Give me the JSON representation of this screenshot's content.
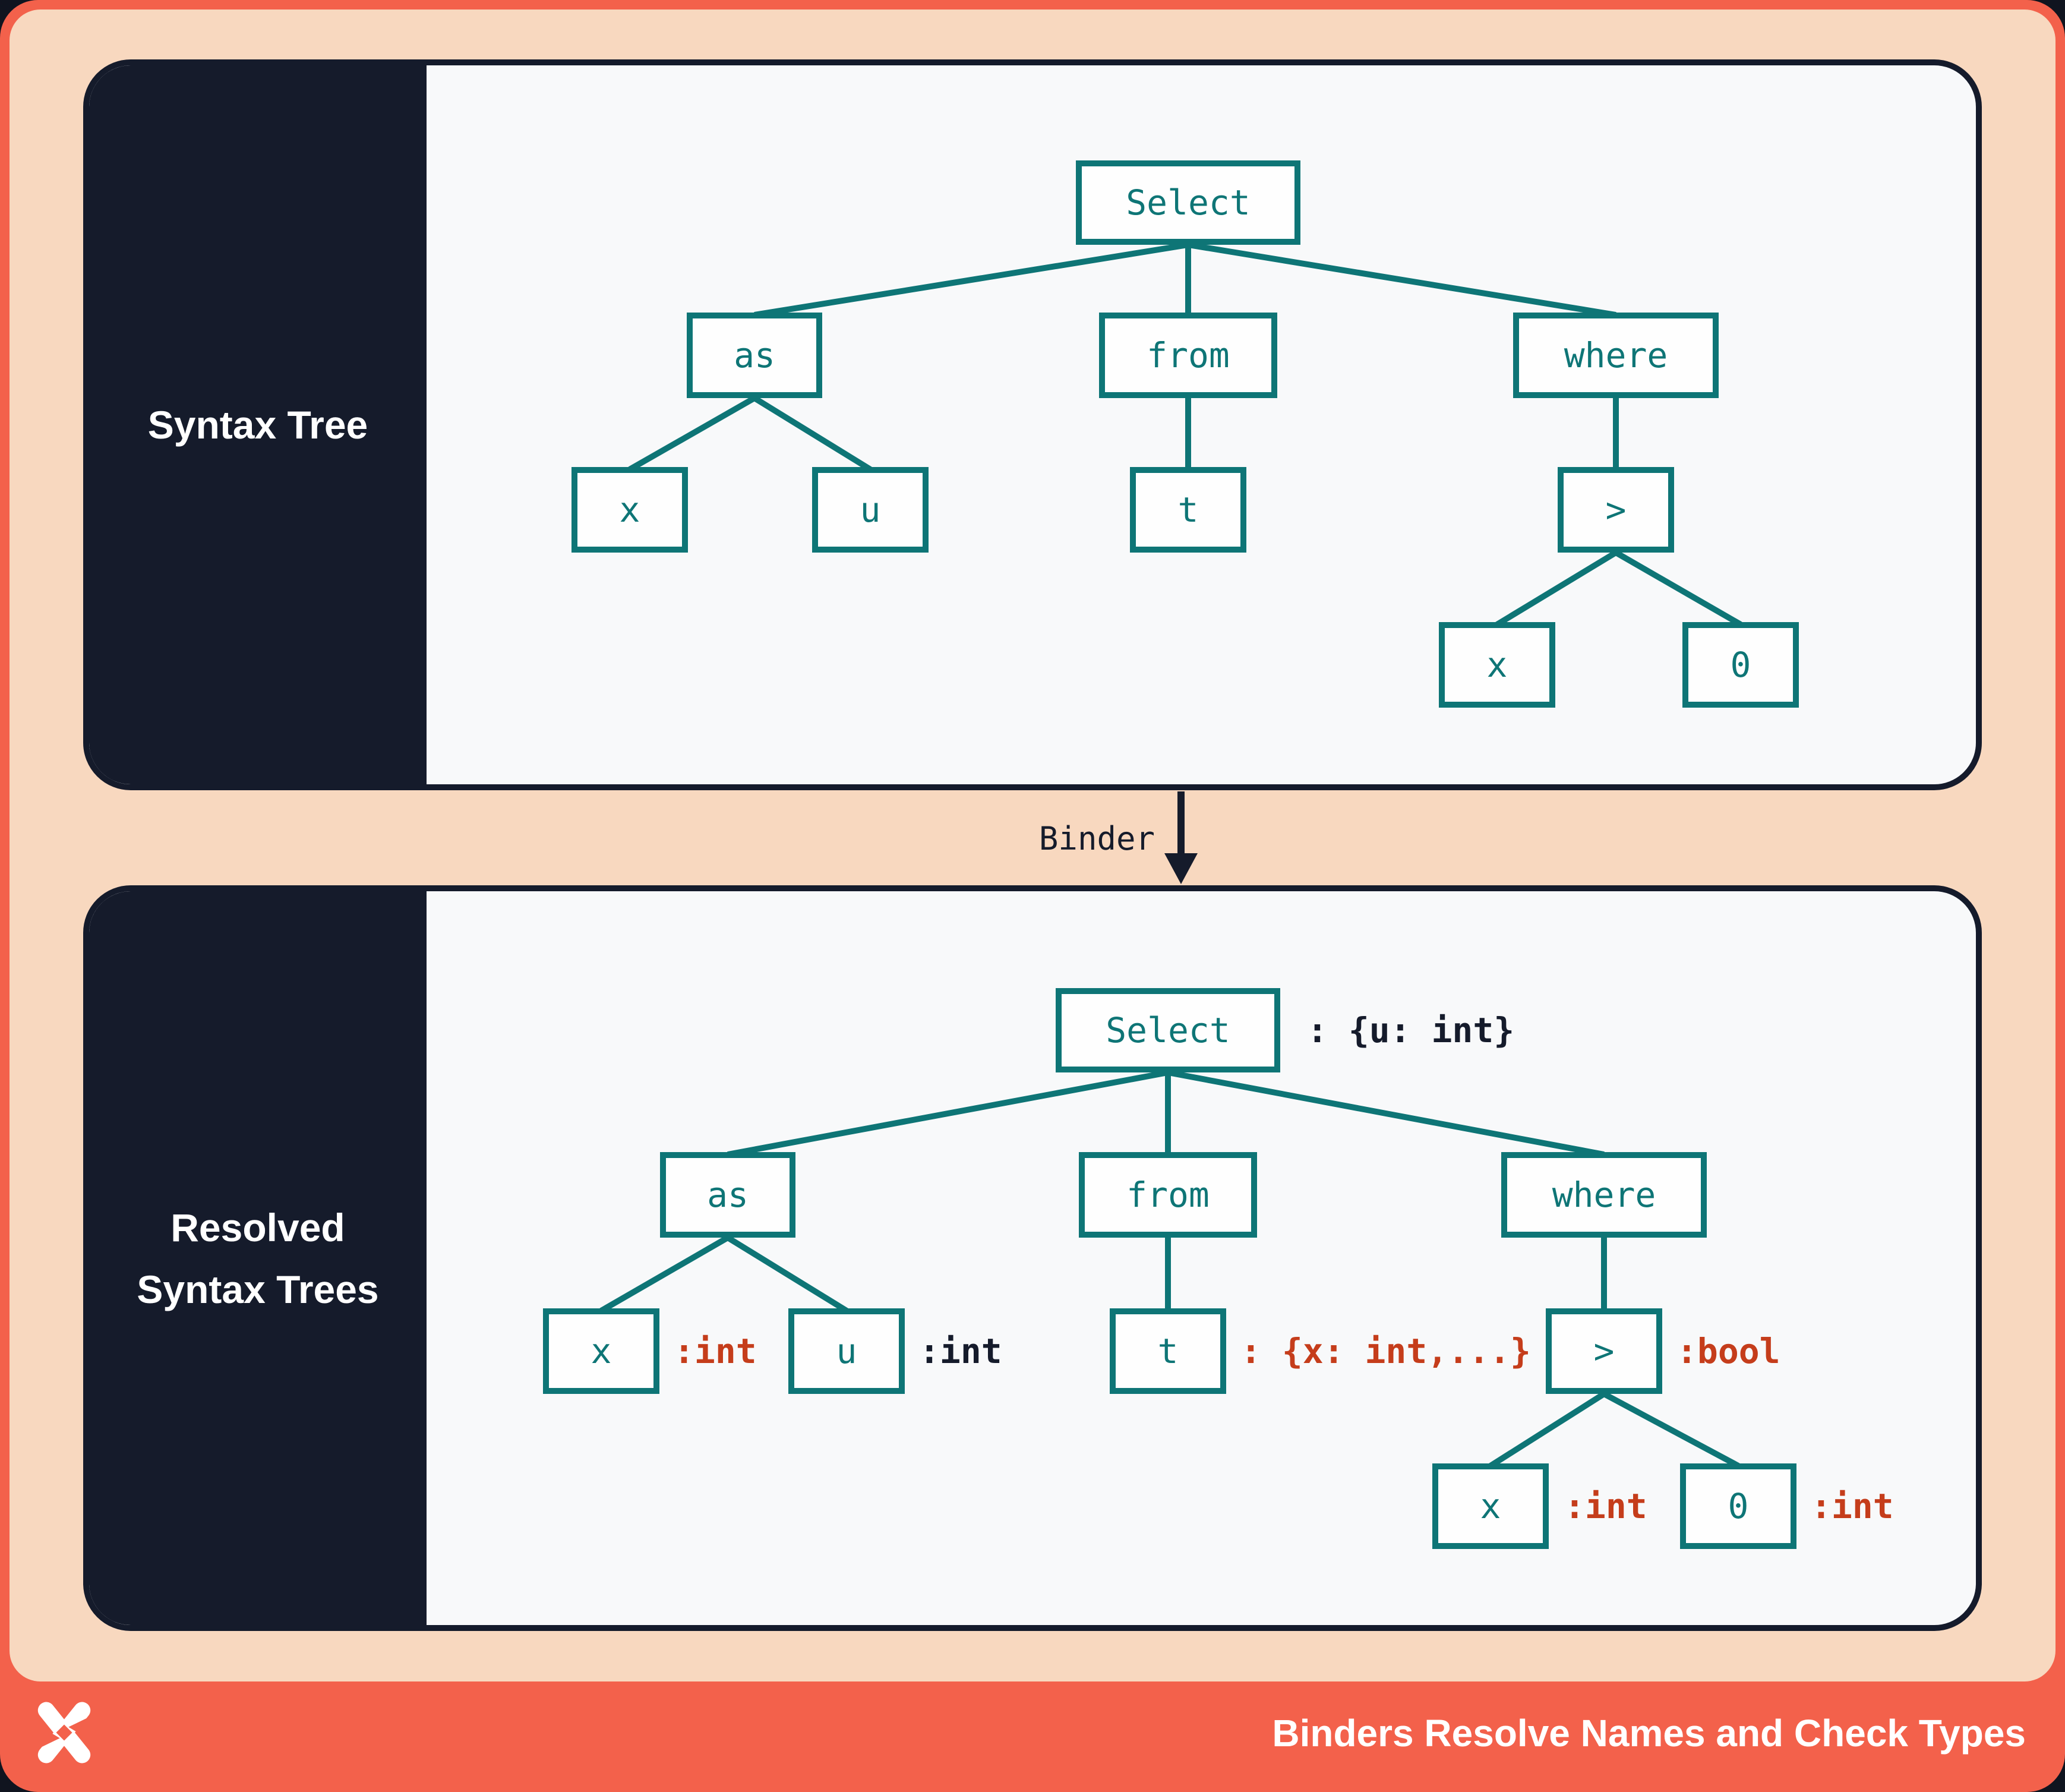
{
  "colors": {
    "coral": "#F3614B",
    "peach": "#F8D8BF",
    "navy": "#151B2B",
    "teal": "#0E7576",
    "red": "#C53D1B",
    "panel_bg": "#F8F9FA",
    "node_fill": "#FEFEFE",
    "sidebar_text": "#FFFFFF"
  },
  "syntax_tree_panel": {
    "label": "Syntax Tree",
    "nodes": {
      "select": "Select",
      "as": "as",
      "from": "from",
      "where": "where",
      "x1": "x",
      "u": "u",
      "t": "t",
      "gt": ">",
      "x2": "x",
      "zero": "0"
    },
    "structure": {
      "select": [
        "as",
        "from",
        "where"
      ],
      "as": [
        "x1",
        "u"
      ],
      "from": [
        "t"
      ],
      "where": [
        "gt"
      ],
      "gt": [
        "x2",
        "zero"
      ]
    }
  },
  "binder_arrow": {
    "label": "Binder"
  },
  "resolved_panel": {
    "label_lines": [
      "Resolved",
      "Syntax Trees"
    ],
    "nodes": {
      "select": "Select",
      "as": "as",
      "from": "from",
      "where": "where",
      "x1": "x",
      "u": "u",
      "t": "t",
      "gt": ">",
      "x2": "x",
      "zero": "0"
    },
    "annotations": {
      "select": ": {u: int}",
      "x1": ":int",
      "u": ":int",
      "t": ": {x: int,...}",
      "gt": ":bool",
      "x2": ":int",
      "zero": ":int"
    },
    "structure": {
      "select": [
        "as",
        "from",
        "where"
      ],
      "as": [
        "x1",
        "u"
      ],
      "from": [
        "t"
      ],
      "where": [
        "gt"
      ],
      "gt": [
        "x2",
        "zero"
      ]
    }
  },
  "footer": {
    "title": "Binders Resolve Names and Check Types",
    "logo": "x-pinwheel-logo"
  }
}
